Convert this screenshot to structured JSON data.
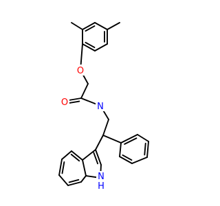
{
  "molecule": {
    "atoms": {
      "oxygen_ether": {
        "symbol": "O",
        "color": "#ff0000"
      },
      "oxygen_carbonyl": {
        "symbol": "O",
        "color": "#ff0000"
      },
      "nitrogen_amide": {
        "symbol": "N",
        "color": "#0000ff"
      },
      "nitrogen_indole": {
        "symbol": "N",
        "color": "#0000ff",
        "hydrogen": "H"
      }
    }
  }
}
